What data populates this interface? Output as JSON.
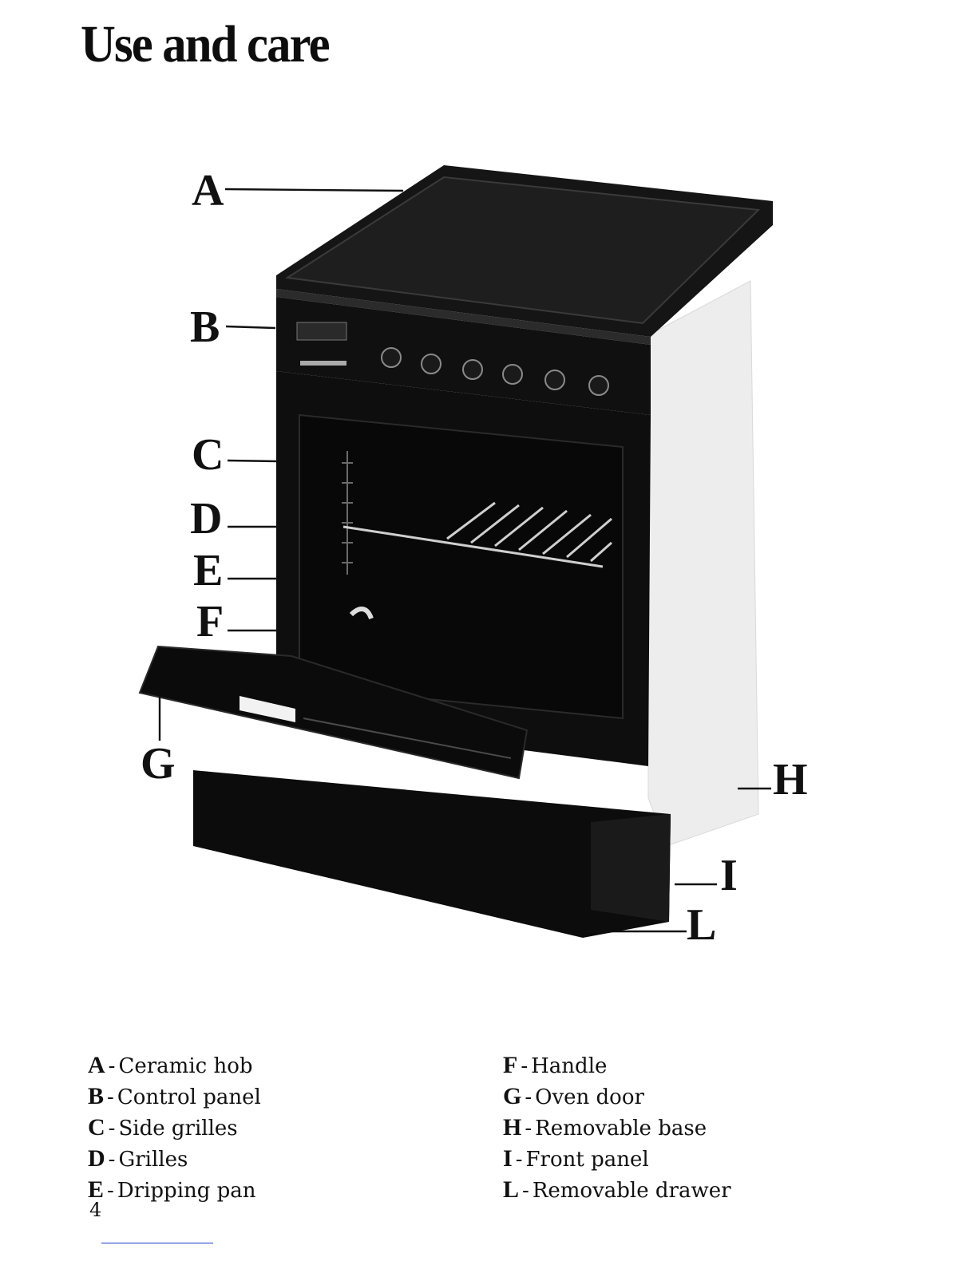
{
  "title": "Use and care",
  "callouts": {
    "A": "A",
    "B": "B",
    "C": "C",
    "D": "D",
    "E": "E",
    "F": "F",
    "G": "G",
    "H": "H",
    "I": "I",
    "L": "L"
  },
  "legend": {
    "left": [
      {
        "key": "A",
        "sep": "-",
        "label": "Ceramic hob"
      },
      {
        "key": "B",
        "sep": "-",
        "label": "Control panel"
      },
      {
        "key": "C",
        "sep": "-",
        "label": "Side grilles"
      },
      {
        "key": "D",
        "sep": "-",
        "label": "Grilles"
      },
      {
        "key": "E",
        "sep": "-",
        "label": "Dripping pan"
      }
    ],
    "right": [
      {
        "key": "F",
        "sep": "-",
        "label": "Handle"
      },
      {
        "key": "G",
        "sep": "-",
        "label": "Oven door"
      },
      {
        "key": "H",
        "sep": "-",
        "label": "Removable base"
      },
      {
        "key": "I",
        "sep": "-",
        "label": "Front panel"
      },
      {
        "key": "L",
        "sep": "-",
        "label": "Removable drawer"
      }
    ]
  },
  "page_number": "4",
  "colors": {
    "appliance": "#121212",
    "base": "#f1f1f1",
    "footer_rule": "#1a3cc8"
  }
}
